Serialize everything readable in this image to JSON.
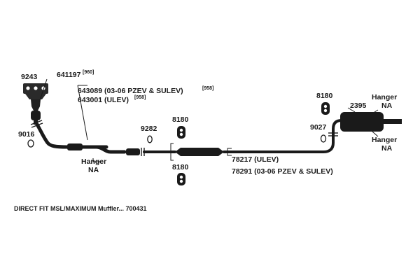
{
  "labels": {
    "manifold_part": "9243",
    "converter_part": "641197",
    "converter_note": "[960]",
    "front_pipe_part_a": "643089 (03-06 PZEV & SULEV)",
    "front_pipe_part_a_note": "[958]",
    "front_pipe_part_b": "643001 (ULEV)",
    "front_pipe_part_b_note": "[958]",
    "gasket_front": "9016",
    "gasket_mid": "9282",
    "hanger_front_line1": "Hanger",
    "hanger_front_line2": "NA",
    "hanger_mid_top": "8180",
    "hanger_mid_bottom": "8180",
    "resonator_part_a": "78217 (ULEV)",
    "resonator_part_b": "78291 (03-06 PZEV & SULEV)",
    "hanger_rear_left": "8180",
    "gasket_rear": "9027",
    "muffler_part": "2395",
    "hanger_rear_top_line1": "Hanger",
    "hanger_rear_top_line2": "NA",
    "hanger_rear_bottom_line1": "Hanger",
    "hanger_rear_bottom_line2": "NA"
  },
  "caption": "DIRECT FIT MSL/MAXIMUM Muffler... 700431"
}
